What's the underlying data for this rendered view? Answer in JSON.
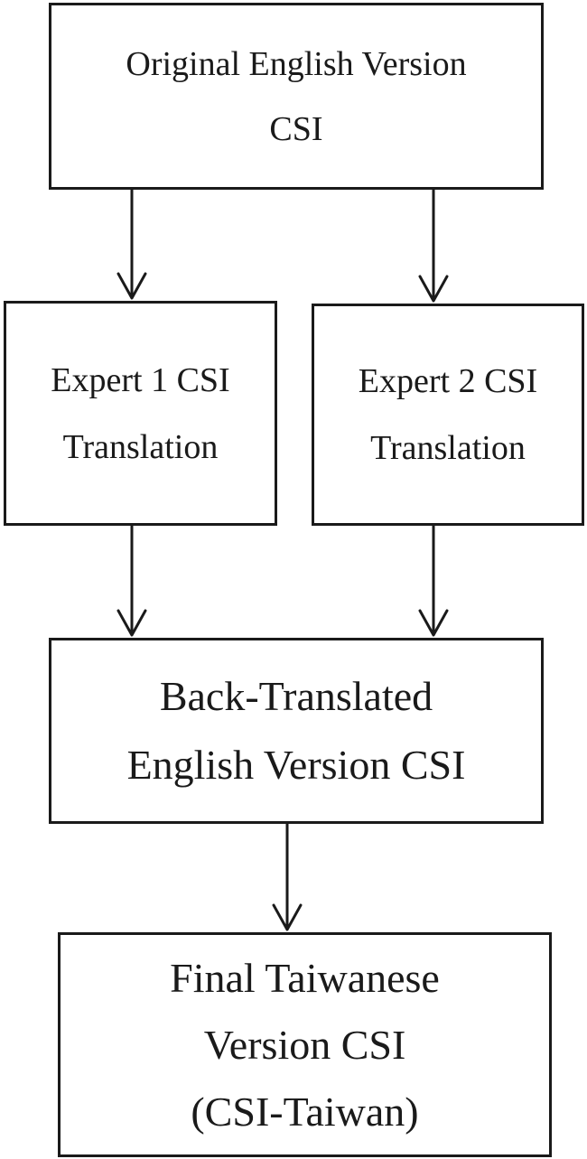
{
  "nodes": {
    "original": {
      "lines": [
        "Original English Version",
        "CSI"
      ]
    },
    "expert1": {
      "lines": [
        "Expert 1 CSI",
        "Translation"
      ]
    },
    "expert2": {
      "lines": [
        "Expert 2 CSI",
        "Translation"
      ]
    },
    "back_translated": {
      "lines": [
        "Back-Translated",
        "English Version CSI"
      ]
    },
    "final": {
      "lines": [
        "Final Taiwanese",
        "Version CSI",
        "(CSI-Taiwan)"
      ]
    }
  },
  "edges": [
    {
      "from": "original",
      "to": "expert1"
    },
    {
      "from": "original",
      "to": "expert2"
    },
    {
      "from": "expert1",
      "to": "back_translated"
    },
    {
      "from": "expert2",
      "to": "back_translated"
    },
    {
      "from": "back_translated",
      "to": "final"
    }
  ],
  "colors": {
    "stroke": "#1a1a1a",
    "background": "#ffffff"
  }
}
